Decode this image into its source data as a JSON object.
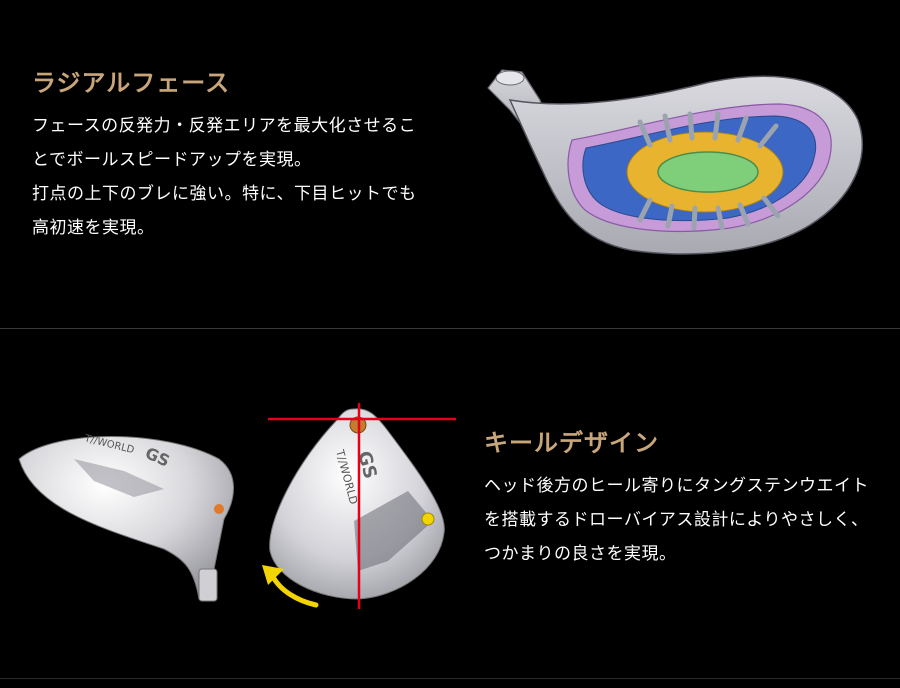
{
  "section1": {
    "heading": "ラジアルフェース",
    "lines": [
      "フェースの反発力・反発エリアを最大化させるこ",
      "とでボールスピードアップを実現。",
      "打点の上下のブレに強い。特に、下目ヒットでも",
      "高初速を実現。"
    ],
    "image_label": "face-cross-section-diagram"
  },
  "section2": {
    "heading": "キールデザイン",
    "lines": [
      "ヘッド後方のヒール寄りにタングステンウエイト",
      "を搭載するドローバイアス設計によりやさしく、",
      "つかまりの良さを実現。"
    ],
    "club_brand": "T//WORLD",
    "club_model": "GS",
    "colors": {
      "heading": "#c8a67a",
      "guide_line": "#e2001a",
      "arrow": "#f2d400"
    }
  }
}
